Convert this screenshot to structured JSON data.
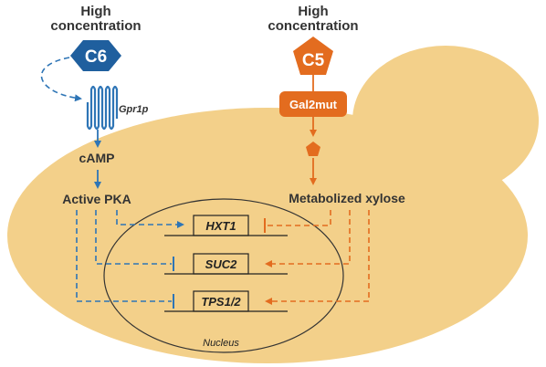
{
  "left_input": {
    "line1": "High",
    "line2": "concentration",
    "molecule": "C6"
  },
  "right_input": {
    "line1": "High",
    "line2": "concentration",
    "molecule": "C5"
  },
  "receptor": "Gpr1p",
  "transporter": "Gal2mut",
  "camp": "cAMP",
  "active_pka": "Active PKA",
  "metabolized_xylose": "Metabolized xylose",
  "genes": [
    "HXT1",
    "SUC2",
    "TPS1/2"
  ],
  "nucleus": "Nucleus",
  "colors": {
    "cell": "#f3d08a",
    "blue": "#2e75b6",
    "orange": "#e36c1f",
    "blue_dark": "#1f5f9e"
  }
}
